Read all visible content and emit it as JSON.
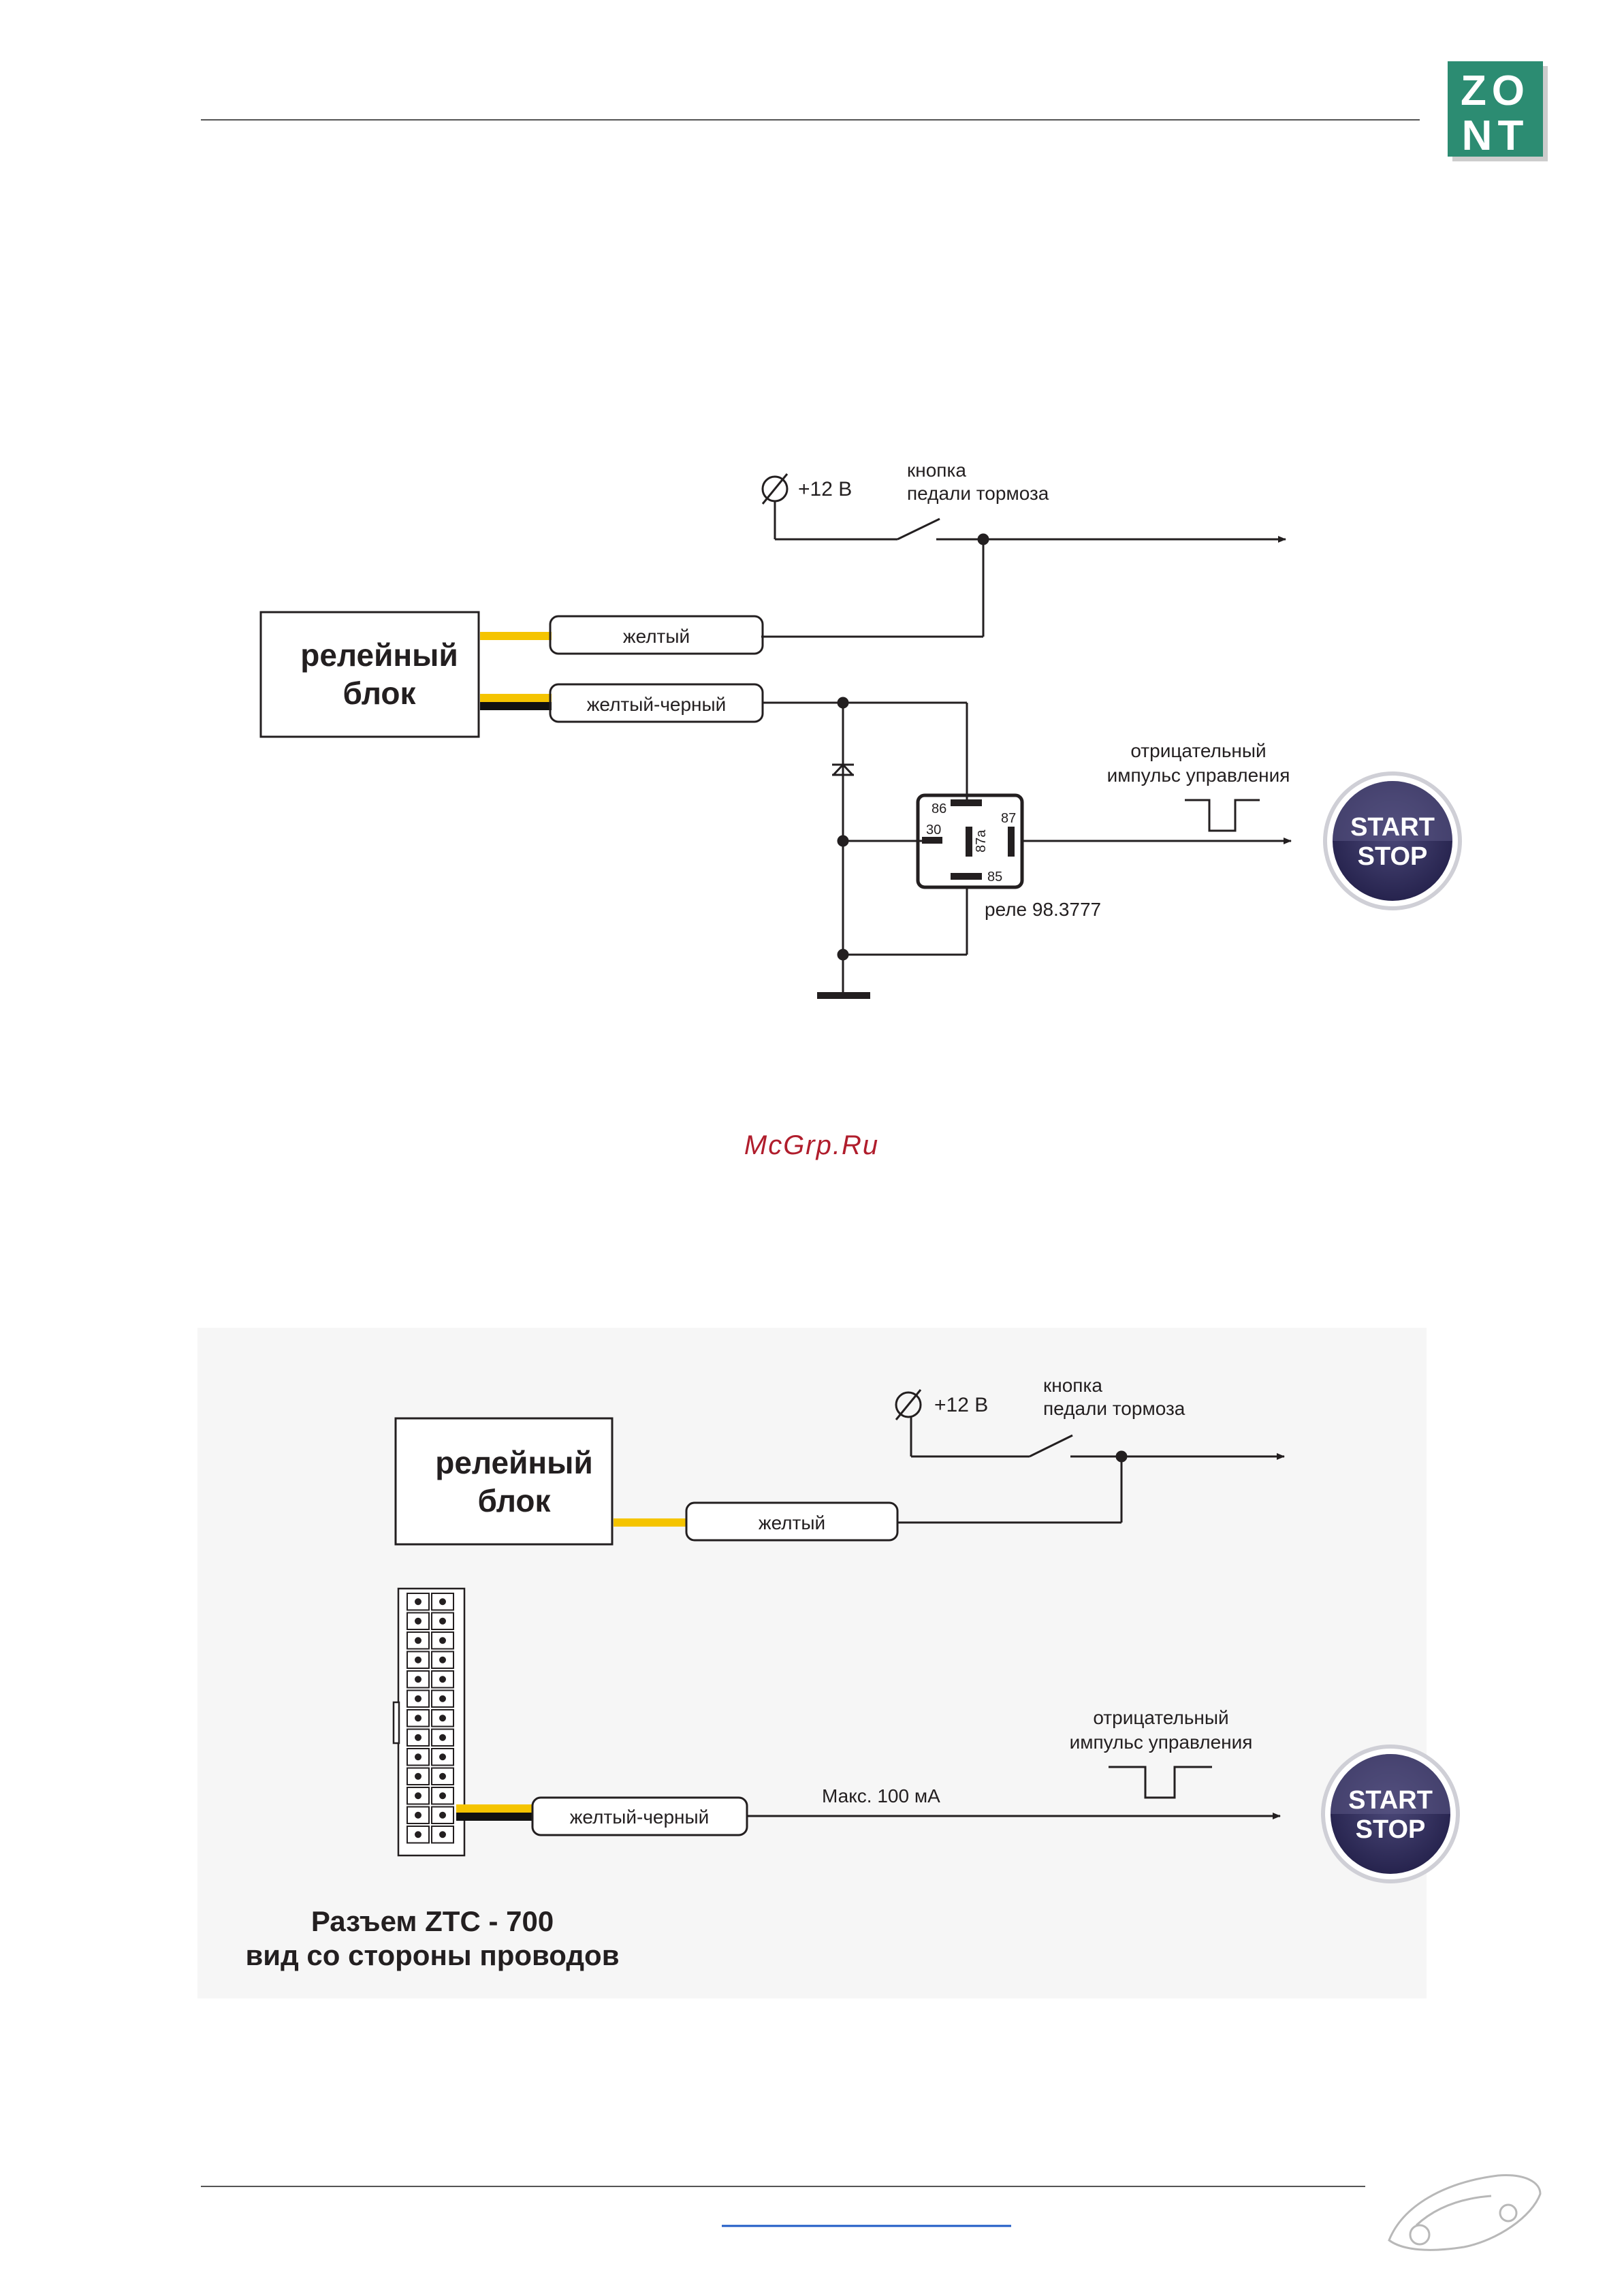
{
  "logo": {
    "top": "ZO",
    "bottom": "NT"
  },
  "watermark": "McGrp.Ru",
  "diagram1": {
    "supply": "+12 В",
    "switch_label_1": "кнопка",
    "switch_label_2": "педали тормоза",
    "block_line_1": "релейный",
    "block_line_2": "блок",
    "wire_yellow": "желтый",
    "wire_yellow_black": "желтый-черный",
    "pulse_label_1": "отрицательный",
    "pulse_label_2": "импульс управления",
    "relay_pins": {
      "p86": "86",
      "p30": "30",
      "p87": "87",
      "p87a": "87a",
      "p85": "85"
    },
    "relay_label": "реле 98.3777",
    "button_line_1": "START",
    "button_line_2": "STOP"
  },
  "diagram2": {
    "supply": "+12 В",
    "switch_label_1": "кнопка",
    "switch_label_2": "педали тормоза",
    "block_line_1": "релейный",
    "block_line_2": "блок",
    "wire_yellow": "желтый",
    "wire_yellow_black": "желтый-черный",
    "current_label": "Макс. 100 мА",
    "pulse_label_1": "отрицательный",
    "pulse_label_2": "импульс управления",
    "button_line_1": "START",
    "button_line_2": "STOP",
    "connector_caption_1": "Разъем  ZTC - 700",
    "connector_caption_2": "вид со стороны проводов"
  },
  "colors": {
    "wire_yellow": "#f5c400",
    "button_dark": "#2d2a52",
    "button_light": "#5b5885",
    "logo_green": "#2c8c72",
    "watermark": "#b01d2c",
    "footer_link": "#1f5bc6"
  }
}
